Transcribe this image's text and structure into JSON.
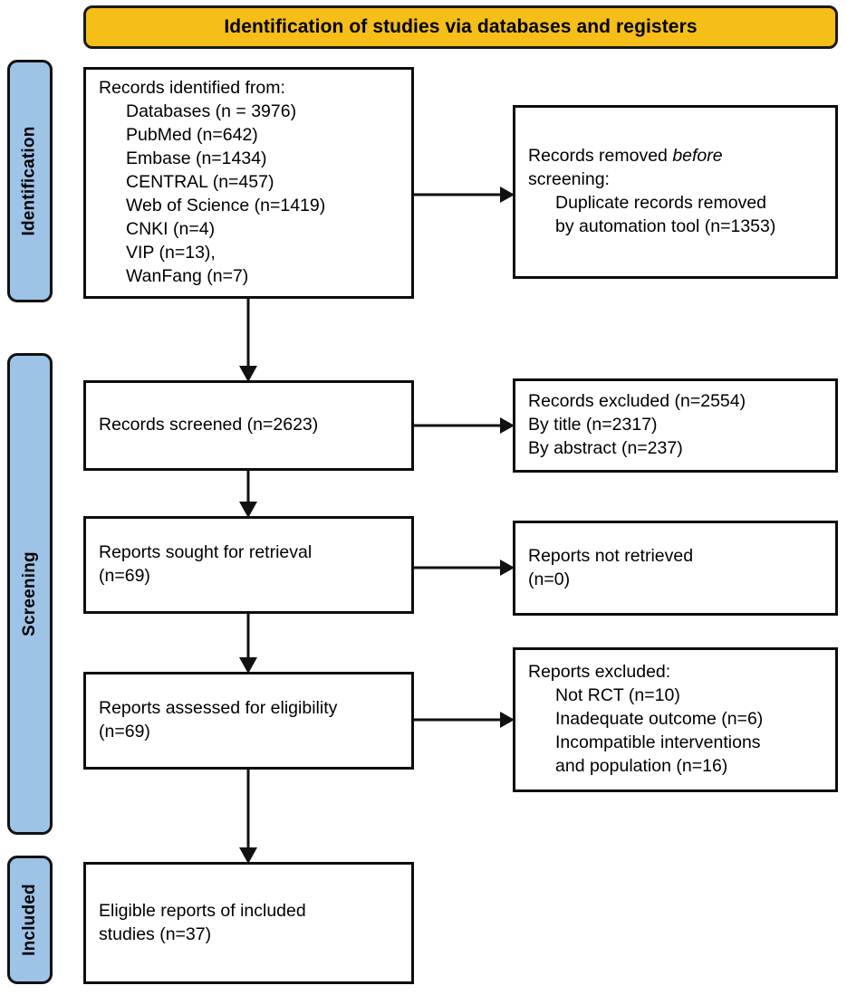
{
  "diagram": {
    "type": "prisma-flow-diagram",
    "header": {
      "title": "Identification of studies via databases and registers",
      "fill_color": "#F5BE18",
      "border_color": "#1a1a1a"
    },
    "stage_rail_color": "#9DC3E6",
    "stages": [
      {
        "id": "identification",
        "label": "Identification"
      },
      {
        "id": "screening",
        "label": "Screening"
      },
      {
        "id": "included",
        "label": "Included"
      }
    ],
    "boxes": {
      "identified": {
        "name": "records-identified",
        "lines": [
          "Records identified from:",
          "Databases (n = 3976)",
          "PubMed (n=642)",
          "Embase (n=1434)",
          "CENTRAL (n=457)",
          "Web of Science (n=1419)",
          "CNKI (n=4)",
          "VIP (n=13),",
          "WanFang (n=7)"
        ]
      },
      "removed": {
        "name": "records-removed-before-screening",
        "lines": [
          "Records removed before",
          "screening:",
          "Duplicate records removed",
          "by automation tool (n=1353)"
        ],
        "line_0_prefix": "Records removed ",
        "line_0_italic": "before"
      },
      "screened": {
        "name": "records-screened",
        "lines": [
          "Records screened (n=2623)"
        ]
      },
      "excluded_screening": {
        "name": "records-excluded",
        "lines": [
          "Records excluded (n=2554)",
          "By title (n=2317)",
          "By abstract (n=237)"
        ]
      },
      "sought": {
        "name": "reports-sought-for-retrieval",
        "lines": [
          "Reports sought for retrieval",
          "(n=69)"
        ]
      },
      "not_retrieved": {
        "name": "reports-not-retrieved",
        "lines": [
          "Reports not retrieved",
          "(n=0)"
        ]
      },
      "assessed": {
        "name": "reports-assessed-for-eligibility",
        "lines": [
          "Reports assessed for eligibility",
          "(n=69)"
        ]
      },
      "reports_excluded": {
        "name": "reports-excluded",
        "lines": [
          "Reports excluded:",
          "Not RCT (n=10)",
          "Inadequate outcome (n=6)",
          "Incompatible interventions",
          "and population (n=16)"
        ]
      },
      "included": {
        "name": "eligible-reports-included-studies",
        "lines": [
          "Eligible reports of included",
          "studies (n=37)"
        ]
      }
    },
    "counts": {
      "databases_total": 3976,
      "pubmed": 642,
      "embase": 1434,
      "central": 457,
      "web_of_science": 1419,
      "cnki": 4,
      "vip": 13,
      "wanfang": 7,
      "duplicates_removed": 1353,
      "records_screened": 2623,
      "records_excluded": 2554,
      "excluded_by_title": 2317,
      "excluded_by_abstract": 237,
      "reports_sought": 69,
      "reports_not_retrieved": 0,
      "reports_assessed": 69,
      "excluded_not_rct": 10,
      "excluded_inadequate_outcome": 6,
      "excluded_incompatible": 16,
      "included_studies": 37
    }
  }
}
